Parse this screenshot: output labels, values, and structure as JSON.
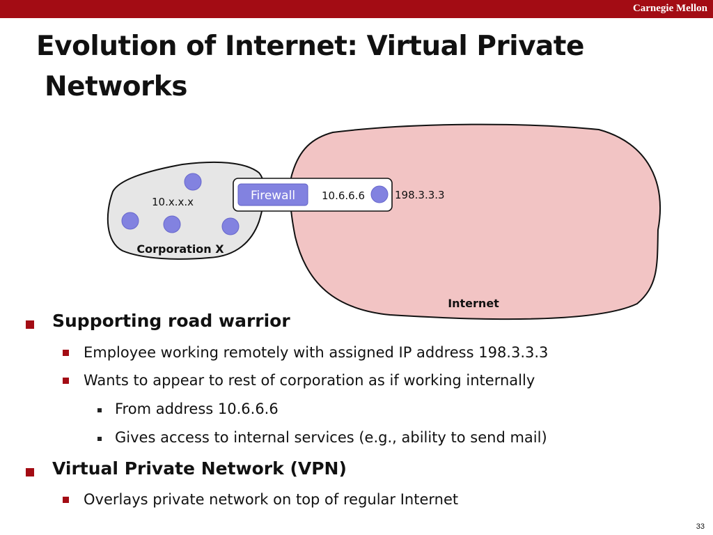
{
  "header": {
    "brand": "Carnegie Mellon"
  },
  "slide": {
    "title_line1": "Evolution of Internet: Virtual Private",
    "title_line2": "Networks",
    "page_number": "33"
  },
  "diagram": {
    "corp_subnet_label": "10.x.x.x",
    "corp_label": "Corporation X",
    "firewall_label": "Firewall",
    "inner_address": "10.6.6.6",
    "outer_address": "198.3.3.3",
    "internet_label": "Internet",
    "colors": {
      "internet_fill": "#f2c4c4",
      "corp_fill": "#e6e6e6",
      "node": "#8282e0",
      "firewall": "#8282e0"
    }
  },
  "bullets": [
    {
      "level": 1,
      "text": "Supporting road warrior"
    },
    {
      "level": 2,
      "text": "Employee working remotely with assigned IP address 198.3.3.3"
    },
    {
      "level": 2,
      "text": "Wants to appear to rest of corporation as if working internally"
    },
    {
      "level": 3,
      "text": "From address 10.6.6.6"
    },
    {
      "level": 3,
      "text": "Gives access to internal services (e.g., ability to send mail)"
    },
    {
      "level": 1,
      "text": "Virtual Private Network (VPN)"
    },
    {
      "level": 2,
      "text": "Overlays private network on top of regular Internet"
    }
  ]
}
